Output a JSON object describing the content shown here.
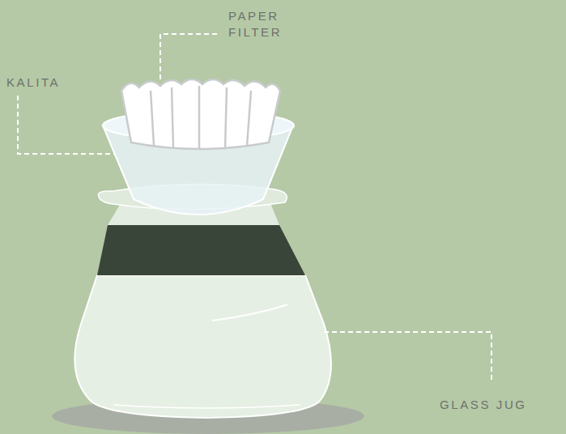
{
  "diagram": {
    "labels": [
      "PAPER FILTER",
      "KALITA",
      "GLASS JUG"
    ]
  }
}
